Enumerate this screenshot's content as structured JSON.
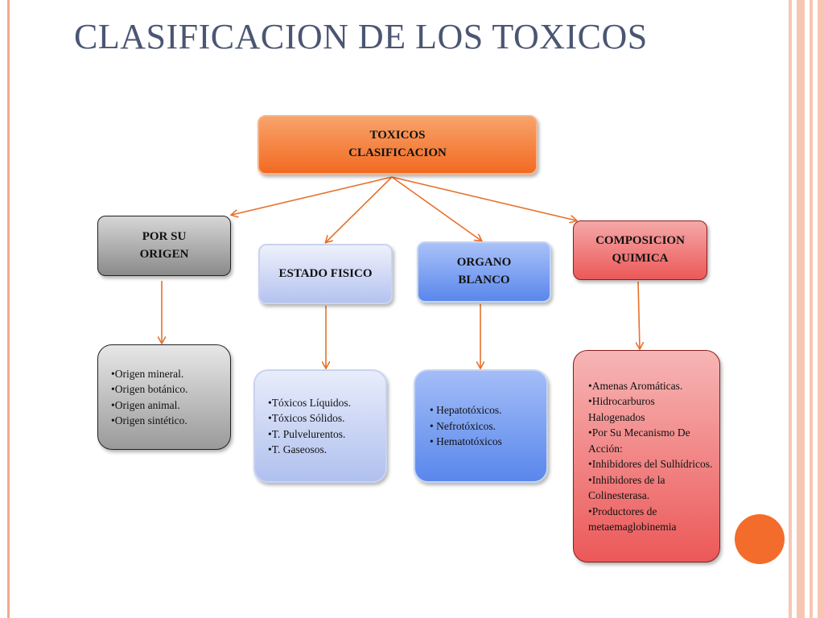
{
  "slide": {
    "title": "CLASIFICACION DE LOS TOXICOS"
  },
  "diagram": {
    "root": {
      "label": "TOXICOS\nCLASIFICACION"
    },
    "categories": [
      {
        "label": "POR SU\nORIGEN",
        "items": [
          "•Origen mineral.",
          "•Origen botánico.",
          "•Origen animal.",
          "•Origen sintético."
        ]
      },
      {
        "label": "ESTADO FISICO",
        "items": [
          "•Tóxicos Líquidos.",
          "•Tóxicos Sólidos.",
          "•T. Pulvelurentos.",
          "•T. Gaseosos."
        ]
      },
      {
        "label": "ORGANO\nBLANCO",
        "items": [
          "• Hepatotóxicos.",
          "• Nefrotóxicos.",
          "• Hematotóxicos"
        ]
      },
      {
        "label": "COMPOSICION\nQUIMICA",
        "items": [
          "•Amenas Aromáticas.",
          "•Hidrocarburos Halogenados",
          "•Por Su Mecanismo De Acción:",
          "•Inhibidores del Sulhídricos.",
          "•Inhibidores de la Colinesterasa.",
          "•Productores de metaemaglobinemia"
        ]
      }
    ]
  },
  "colors": {
    "root": "#f26a22",
    "origen": "#8a8a8a",
    "estado_fisico": "#b4c2ef",
    "organo_blanco": "#5a87ec",
    "composicion": "#ec5858",
    "arrow": "#e8702a",
    "title": "#4a5672",
    "accent_dot": "#f36c2b"
  }
}
